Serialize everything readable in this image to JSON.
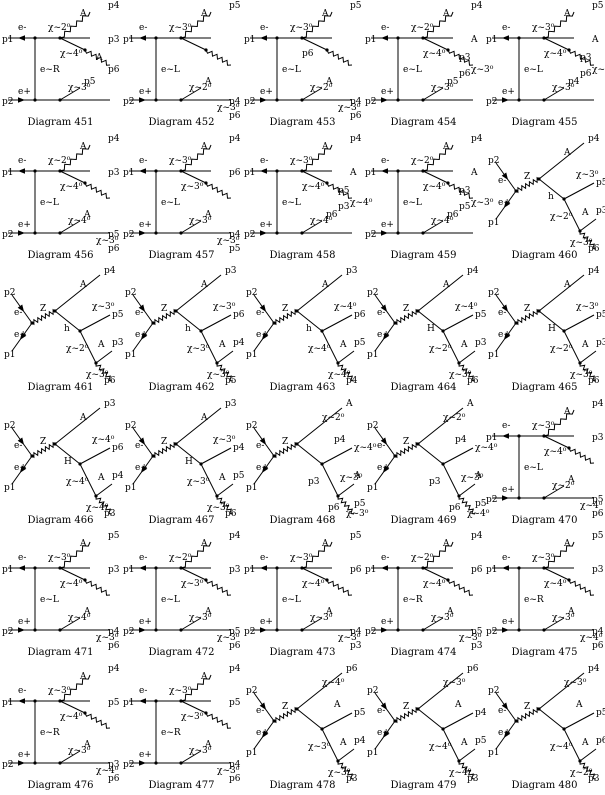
{
  "diagrams": [
    {
      "caption": "Diagram 451",
      "type": "t",
      "mid": "e~R",
      "top": [
        "χ~2⁰",
        "A",
        "p4",
        "χ~4⁰",
        "p3",
        "A",
        "p6"
      ],
      "bot": [
        "χ~3⁰",
        "p5"
      ],
      "ext": [
        "p1",
        "p2",
        "e-",
        "e+"
      ]
    },
    {
      "caption": "Diagram 452",
      "type": "t",
      "mid": "e~L",
      "top": [
        "χ~3⁰",
        "A",
        "p5"
      ],
      "bot": [
        "χ~2⁰",
        "A",
        "p4",
        "χ~3⁰",
        "p6"
      ],
      "ext": [
        "p1",
        "p2",
        "e-",
        "e+"
      ]
    },
    {
      "caption": "Diagram 453",
      "type": "t",
      "mid": "e~L",
      "top": [
        "χ~3⁰",
        "A",
        "p5",
        "p6"
      ],
      "bot": [
        "χ~2⁰",
        "A",
        "p4",
        "χ~3⁰",
        "p6"
      ],
      "ext": [
        "p1",
        "p2",
        "e-",
        "e+"
      ]
    },
    {
      "caption": "Diagram 454",
      "type": "t",
      "mid": "e~L",
      "top": [
        "χ~2⁰",
        "A",
        "p4",
        "χ~4⁰",
        "A",
        "p3",
        "χ~3⁰",
        "p6"
      ],
      "bot": [
        "χ~3⁰",
        "p5"
      ],
      "ext": [
        "p1",
        "p2",
        "e-",
        "e+"
      ]
    },
    {
      "caption": "Diagram 455",
      "type": "t",
      "mid": "e~L",
      "top": [
        "χ~3⁰",
        "A",
        "p5",
        "χ~4⁰",
        "A",
        "p3",
        "χ~4⁰",
        "p6"
      ],
      "bot": [
        "χ~3⁰",
        "p4"
      ],
      "ext": [
        "p1",
        "p2",
        "e-",
        "e+"
      ]
    },
    {
      "caption": "Diagram 456",
      "type": "t",
      "mid": "e~L",
      "top": [
        "χ~2⁰",
        "A",
        "p4",
        "χ~4⁰",
        "p3"
      ],
      "bot": [
        "χ~4⁰",
        "A",
        "p5",
        "χ~3⁰",
        "p6"
      ],
      "ext": [
        "p1",
        "p2",
        "e-",
        "e+"
      ]
    },
    {
      "caption": "Diagram 457",
      "type": "t",
      "mid": "e~L",
      "top": [
        "χ~3⁰",
        "A",
        "p4",
        "χ~3⁰",
        "p6"
      ],
      "bot": [
        "χ~3⁰",
        "A",
        "p4",
        "χ~3⁰",
        "p5"
      ],
      "ext": [
        "p1",
        "p2",
        "e-",
        "e+"
      ]
    },
    {
      "caption": "Diagram 458",
      "type": "t",
      "mid": "e~L",
      "top": [
        "χ~3⁰",
        "A",
        "p4",
        "χ~4⁰",
        "A",
        "p5",
        "χ~4⁰",
        "p3"
      ],
      "bot": [
        "χ~4⁰",
        "p6"
      ],
      "ext": [
        "p1",
        "p2",
        "e-",
        "e+"
      ]
    },
    {
      "caption": "Diagram 459",
      "type": "t",
      "mid": "e~L",
      "top": [
        "χ~2⁰",
        "A",
        "p4",
        "χ~4⁰",
        "A",
        "p3",
        "χ~3⁰",
        "p5"
      ],
      "bot": [
        "χ~4⁰",
        "p6"
      ],
      "ext": [
        "p1",
        "p2",
        "e-",
        "e+"
      ]
    },
    {
      "caption": "Diagram 460",
      "type": "s",
      "med": [
        "Z",
        "h"
      ],
      "labels": [
        "A",
        "p4",
        "χ~3⁰",
        "p5",
        "χ~2⁰",
        "A",
        "p3",
        "χ~3⁰",
        "p6"
      ],
      "ext": [
        "p1",
        "p2",
        "e-",
        "e+"
      ]
    },
    {
      "caption": "Diagram 461",
      "type": "s",
      "med": [
        "Z",
        "h"
      ],
      "labels": [
        "A",
        "p4",
        "χ~3⁰",
        "p5",
        "χ~2⁰",
        "A",
        "p3",
        "χ~3⁰",
        "p6"
      ],
      "ext": [
        "p1",
        "p2",
        "e-",
        "e+"
      ]
    },
    {
      "caption": "Diagram 462",
      "type": "s",
      "med": [
        "Z",
        "h"
      ],
      "labels": [
        "A",
        "p3",
        "χ~3⁰",
        "p6",
        "χ~3⁰",
        "A",
        "p4",
        "χ~3⁰",
        "p5"
      ],
      "ext": [
        "p1",
        "p2",
        "e-",
        "e+"
      ]
    },
    {
      "caption": "Diagram 463",
      "type": "s",
      "med": [
        "Z",
        "h"
      ],
      "labels": [
        "A",
        "p3",
        "χ~4⁰",
        "p6",
        "χ~4⁰",
        "A",
        "p5",
        "χ~4⁰",
        "p4"
      ],
      "ext": [
        "p1",
        "p2",
        "e-",
        "e+"
      ]
    },
    {
      "caption": "Diagram 464",
      "type": "s",
      "med": [
        "Z",
        "H"
      ],
      "labels": [
        "A",
        "p4",
        "χ~4⁰",
        "p5",
        "χ~2⁰",
        "A",
        "p3",
        "χ~3⁰",
        "p6"
      ],
      "ext": [
        "p1",
        "p2",
        "e-",
        "e+"
      ]
    },
    {
      "caption": "Diagram 465",
      "type": "s",
      "med": [
        "Z",
        "H"
      ],
      "labels": [
        "A",
        "p4",
        "χ~3⁰",
        "p5",
        "χ~2⁰",
        "A",
        "p3",
        "χ~3⁰",
        "p6"
      ],
      "ext": [
        "p1",
        "p2",
        "e-",
        "e+"
      ]
    },
    {
      "caption": "Diagram 466",
      "type": "s",
      "med": [
        "Z",
        "H"
      ],
      "labels": [
        "A",
        "p3",
        "χ~4⁰",
        "p6",
        "χ~4⁰",
        "A",
        "p4",
        "χ~4⁰",
        "p3"
      ],
      "ext": [
        "p1",
        "p2",
        "e-",
        "e+"
      ]
    },
    {
      "caption": "Diagram 467",
      "type": "s",
      "med": [
        "Z",
        "H"
      ],
      "labels": [
        "A",
        "p3",
        "χ~3⁰",
        "p4",
        "χ~3⁰",
        "A",
        "p5",
        "χ~3⁰",
        "p6"
      ],
      "ext": [
        "p1",
        "p2",
        "e-",
        "e+"
      ]
    },
    {
      "caption": "Diagram 468",
      "type": "s2",
      "med": [
        "Z"
      ],
      "labels": [
        "χ~2⁰",
        "A",
        "p4",
        "χ~4⁰",
        "p3",
        "χ~3⁰",
        "A",
        "p6",
        "χ~3⁰",
        "p5"
      ],
      "ext": [
        "p1",
        "p2",
        "e-",
        "e+"
      ]
    },
    {
      "caption": "Diagram 469",
      "type": "s2",
      "med": [
        "Z"
      ],
      "labels": [
        "χ~2⁰",
        "A",
        "p4",
        "χ~4⁰",
        "p3",
        "χ~3⁰",
        "A",
        "p6",
        "χ~4⁰",
        "p5"
      ],
      "ext": [
        "p1",
        "p2",
        "e-",
        "e+"
      ]
    },
    {
      "caption": "Diagram 470",
      "type": "t",
      "mid": "e~L",
      "top": [
        "χ~3⁰",
        "A",
        "p4",
        "χ~4⁰",
        "p3"
      ],
      "bot": [
        "χ~2⁰",
        "A",
        "p5",
        "χ~4⁰",
        "p6"
      ],
      "ext": [
        "p1",
        "p2",
        "e-",
        "e+"
      ]
    },
    {
      "caption": "Diagram 471",
      "type": "t",
      "mid": "e~L",
      "top": [
        "χ~3⁰",
        "A",
        "p5",
        "χ~4⁰",
        "p3"
      ],
      "bot": [
        "χ~4⁰",
        "A",
        "p4",
        "χ~3⁰",
        "p6"
      ],
      "ext": [
        "p1",
        "p2",
        "e-",
        "e+"
      ]
    },
    {
      "caption": "Diagram 472",
      "type": "t",
      "mid": "e~L",
      "top": [
        "χ~2⁰",
        "A",
        "p4",
        "χ~3⁰",
        "p3"
      ],
      "bot": [
        "χ~3⁰",
        "A",
        "p5",
        "χ~3⁰",
        "p6"
      ],
      "ext": [
        "p1",
        "p2",
        "e-",
        "e+"
      ]
    },
    {
      "caption": "Diagram 473",
      "type": "t",
      "mid": "e~L",
      "top": [
        "χ~3⁰",
        "A",
        "p5",
        "χ~4⁰",
        "p6"
      ],
      "bot": [
        "χ~3⁰",
        "A",
        "p4",
        "χ~3⁰",
        "p3"
      ],
      "ext": [
        "p1",
        "p2",
        "e-",
        "e+"
      ]
    },
    {
      "caption": "Diagram 474",
      "type": "t",
      "mid": "e~R",
      "top": [
        "χ~2⁰",
        "A",
        "p4",
        "χ~4⁰",
        "p6"
      ],
      "bot": [
        "χ~3⁰",
        "A",
        "p5",
        "χ~3⁰",
        "p3"
      ],
      "ext": [
        "p1",
        "p2",
        "e-",
        "e+"
      ]
    },
    {
      "caption": "Diagram 475",
      "type": "t",
      "mid": "e~R",
      "top": [
        "χ~3⁰",
        "A",
        "p5",
        "χ~4⁰",
        "p3"
      ],
      "bot": [
        "χ~3⁰",
        "A",
        "p4",
        "χ~4⁰",
        "p6"
      ],
      "ext": [
        "p1",
        "p2",
        "e-",
        "e+"
      ]
    },
    {
      "caption": "Diagram 476",
      "type": "t",
      "mid": "e~R",
      "top": [
        "χ~3⁰",
        "A",
        "p4",
        "χ~4⁰",
        "p5"
      ],
      "bot": [
        "χ~3⁰",
        "A",
        "p3",
        "χ~4⁰",
        "p6"
      ],
      "ext": [
        "p1",
        "p2",
        "e-",
        "e+"
      ]
    },
    {
      "caption": "Diagram 477",
      "type": "t",
      "mid": "e~R",
      "top": [
        "χ~3⁰",
        "A",
        "p4",
        "χ~3⁰",
        "p5"
      ],
      "bot": [
        "χ~3⁰",
        "A",
        "p4",
        "χ~3⁰",
        "p6"
      ],
      "ext": [
        "p1",
        "p2",
        "e-",
        "e+"
      ]
    },
    {
      "caption": "Diagram 478",
      "type": "s2",
      "med": [
        "Z"
      ],
      "labels": [
        "χ~4⁰",
        "p6",
        "A",
        "p5",
        "χ~3⁰",
        "A",
        "p4",
        "χ~3⁰",
        "p3"
      ],
      "ext": [
        "p1",
        "p2",
        "e-",
        "e+"
      ]
    },
    {
      "caption": "Diagram 479",
      "type": "s2",
      "med": [
        "Z"
      ],
      "labels": [
        "χ~3⁰",
        "p6",
        "A",
        "p4",
        "χ~4⁰",
        "A",
        "p5",
        "χ~4⁰",
        "p3"
      ],
      "ext": [
        "p1",
        "p2",
        "e-",
        "e+"
      ]
    },
    {
      "caption": "Diagram 480",
      "type": "s2",
      "med": [
        "Z"
      ],
      "labels": [
        "χ~3⁰",
        "p4",
        "A",
        "p5",
        "χ~4⁰",
        "A",
        "p6",
        "χ~2⁰",
        "p3"
      ],
      "ext": [
        "p1",
        "p2",
        "e-",
        "e+"
      ]
    }
  ]
}
